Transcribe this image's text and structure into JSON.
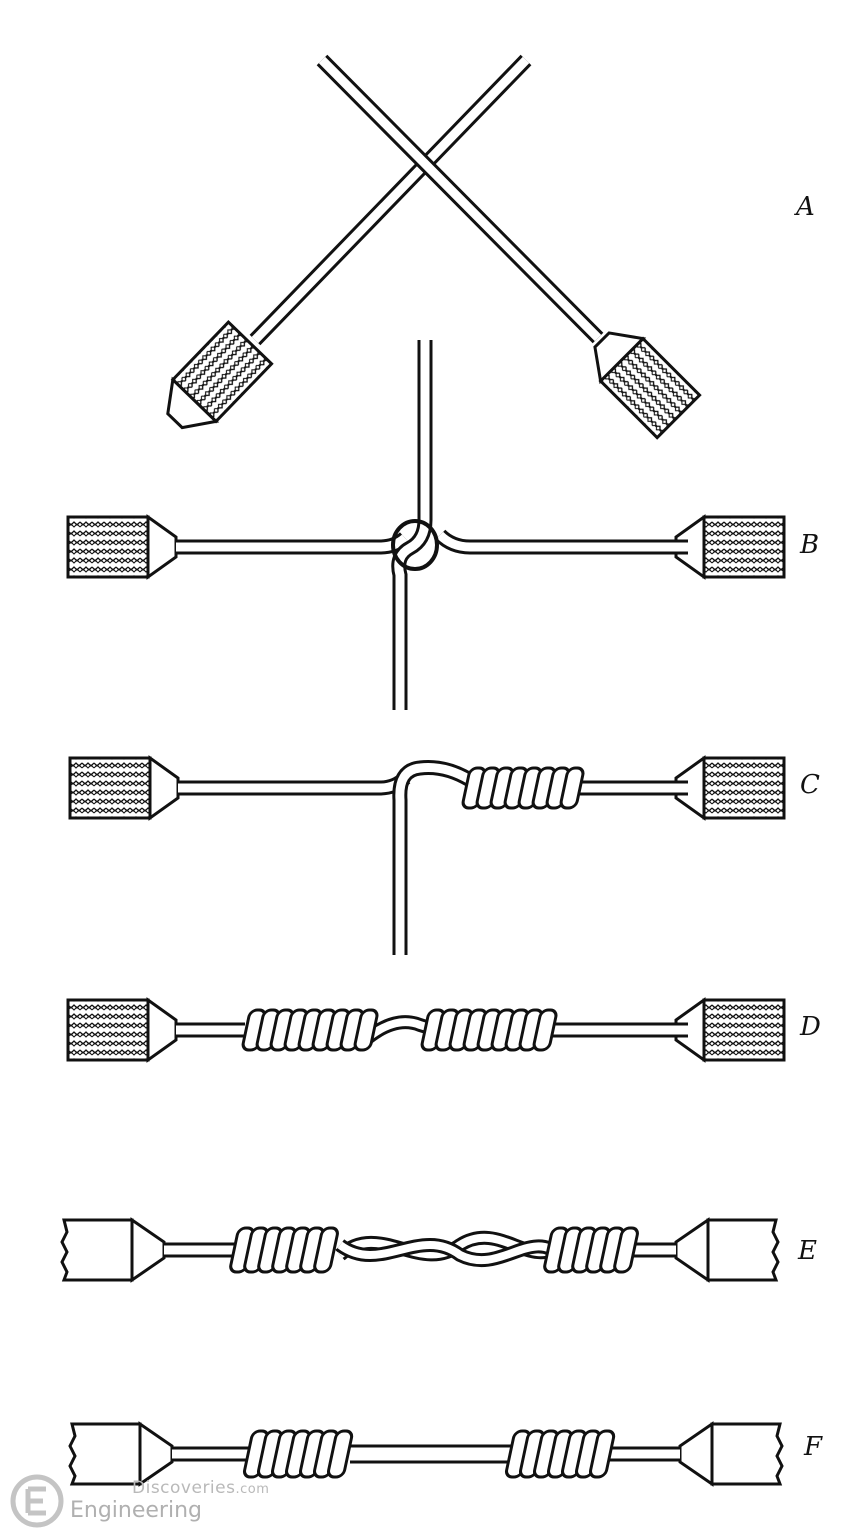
{
  "figure": {
    "steps": [
      {
        "id": "A",
        "label": "A"
      },
      {
        "id": "B",
        "label": "B"
      },
      {
        "id": "C",
        "label": "C"
      },
      {
        "id": "D",
        "label": "D"
      },
      {
        "id": "E",
        "label": "E"
      },
      {
        "id": "F",
        "label": "F"
      }
    ]
  },
  "watermark": {
    "site_label": "Discoveries",
    "site_suffix": ".com",
    "brand_label": "Engineering",
    "logo_letter": "E"
  },
  "colors": {
    "ink": "#111111",
    "background": "#ffffff",
    "watermark": "#b5b5b5"
  }
}
